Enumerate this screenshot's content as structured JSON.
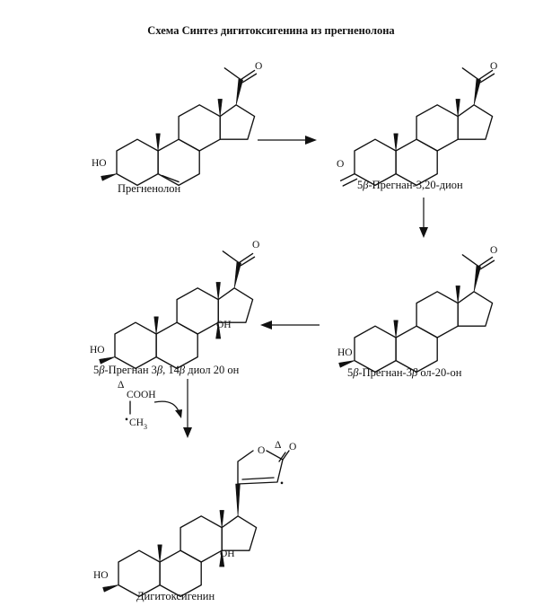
{
  "title": "Схема Синтез дигитоксигенина из прегненолона",
  "compounds": [
    {
      "id": "c1",
      "name": "Прегненолон",
      "groups": {
        "oh3": "HO",
        "ketone": "O"
      }
    },
    {
      "id": "c2",
      "name_prefix": "5",
      "name_beta": "β",
      "name_rest": "-Прегнан-3,20-дион",
      "groups": {
        "o3": "O",
        "ketone": "O"
      }
    },
    {
      "id": "c3",
      "name_prefix": "5",
      "name_beta": "β",
      "name_mid": "-Прегнан-3",
      "name_beta2": "β",
      "name_rest": " ол-20-он",
      "groups": {
        "oh3": "HO",
        "ketone": "O"
      }
    },
    {
      "id": "c4",
      "name_prefix": "5",
      "name_beta": "β",
      "name_mid": "-Прегнан 3",
      "name_beta2": "β",
      "name_mid2": ", 14",
      "name_beta3": "β",
      "name_rest": " диол 20 он",
      "groups": {
        "oh3": "HO",
        "oh14": "OH",
        "ketone": "O"
      }
    },
    {
      "id": "c5",
      "name": "Дигитоксигенин",
      "groups": {
        "oh3": "HO",
        "oh14": "OH",
        "ring_o": "O",
        "carbonyl_o": "O"
      }
    }
  ],
  "reagent": {
    "cooh": "COOH",
    "ch": "CH",
    "sub3": "3"
  },
  "label_marks": {
    "triangle": "Δ",
    "dot": "•"
  }
}
